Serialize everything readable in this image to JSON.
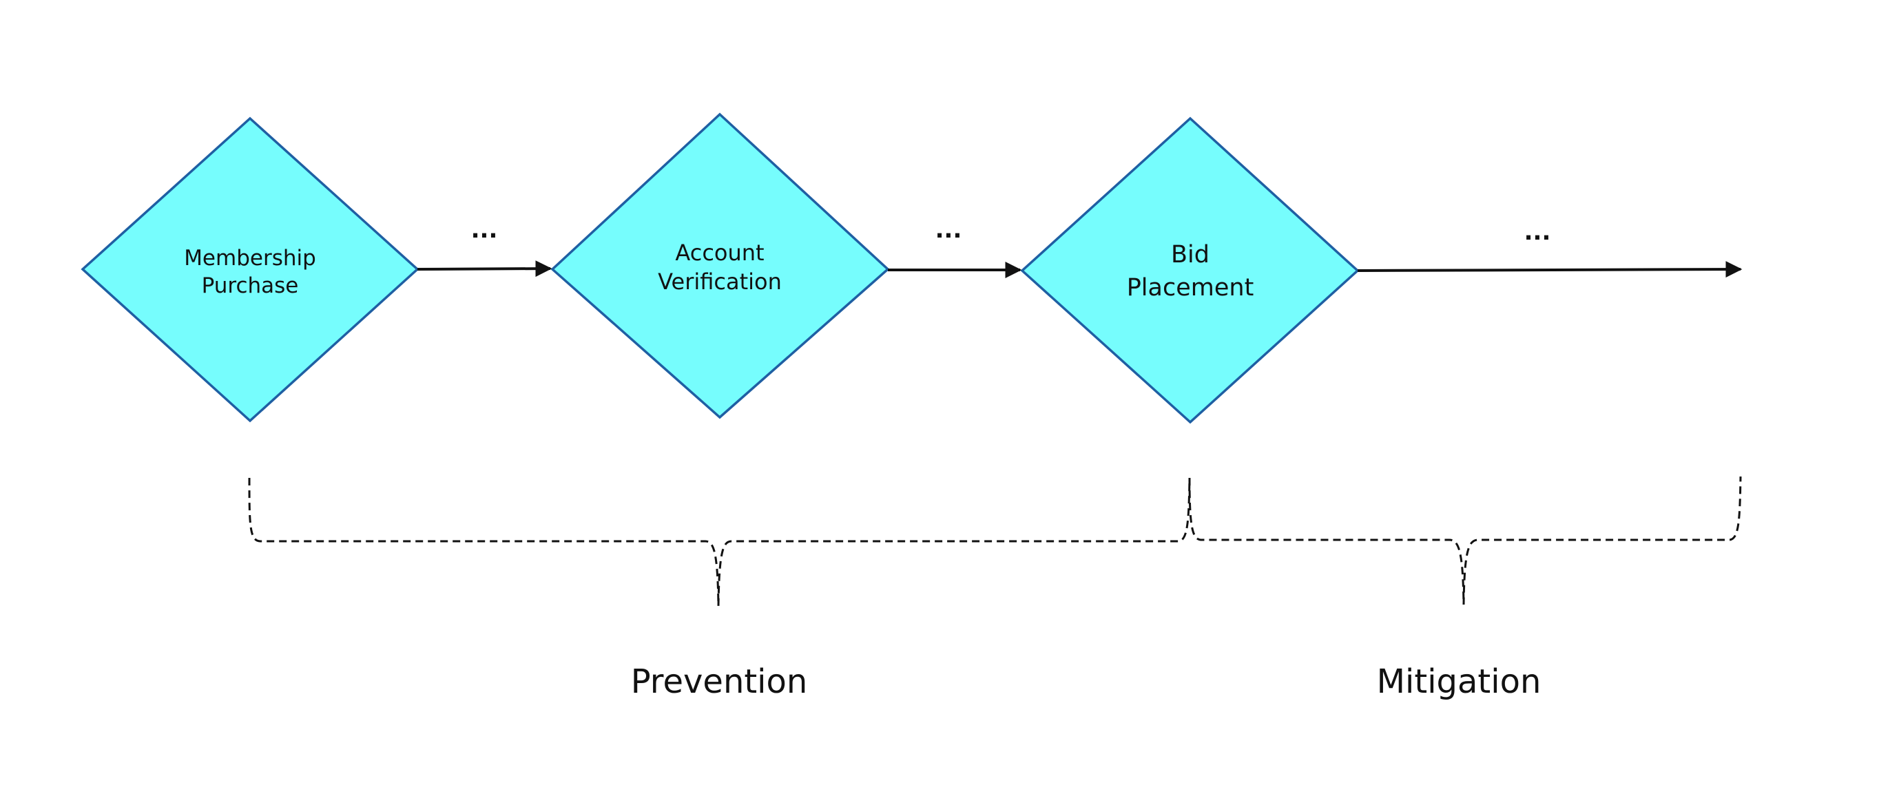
{
  "nodes": [
    {
      "id": "membership-purchase",
      "lines": [
        "Membership",
        "Purchase"
      ]
    },
    {
      "id": "account-verification",
      "lines": [
        "Account",
        "Verification"
      ]
    },
    {
      "id": "bid-placement",
      "lines": [
        "Bid",
        "Placement"
      ]
    }
  ],
  "connectors": [
    {
      "label": "..."
    },
    {
      "label": "..."
    },
    {
      "label": "..."
    }
  ],
  "phases": [
    {
      "label": "Prevention"
    },
    {
      "label": "Mitigation"
    }
  ],
  "colors": {
    "node_fill": "#76fdfd",
    "node_stroke": "#1f5fa3",
    "line": "#111111"
  }
}
